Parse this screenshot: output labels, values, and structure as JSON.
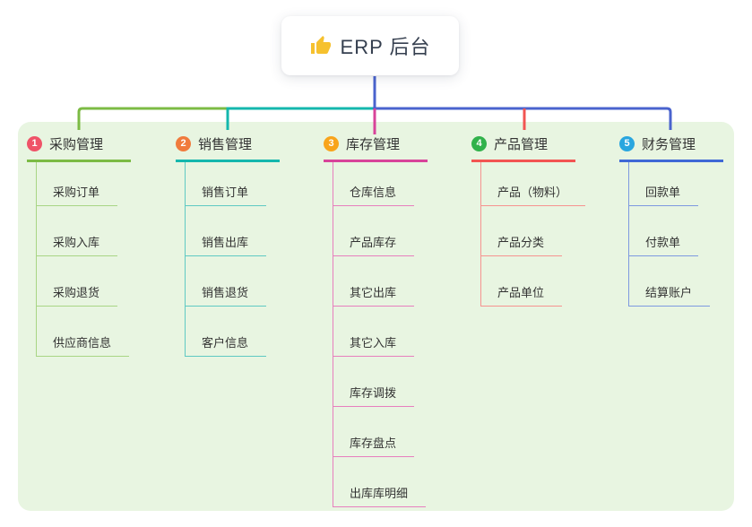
{
  "root": {
    "label": "ERP 后台",
    "icon": "thumbs-up"
  },
  "colors": {
    "panel_bg": "#E8F5E1",
    "connector_blue": "#4A63CE",
    "canvas_bg": "#FFFFFF",
    "text_dark": "#353F4F",
    "text_node": "#333333",
    "thumb_icon": "#F6C12E"
  },
  "branches": [
    {
      "num": "1",
      "title": "采购管理",
      "badge_color": "#EF5368",
      "line_color": "#7CBB44",
      "child_line_color": "#A8D584",
      "children": [
        "采购订单",
        "采购入库",
        "采购退货",
        "供应商信息"
      ]
    },
    {
      "num": "2",
      "title": "销售管理",
      "badge_color": "#F07B3D",
      "line_color": "#14B7AD",
      "child_line_color": "#5FC9C3",
      "children": [
        "销售订单",
        "销售出库",
        "销售退货",
        "客户信息"
      ]
    },
    {
      "num": "3",
      "title": "库存管理",
      "badge_color": "#F8A41B",
      "line_color": "#D8439A",
      "child_line_color": "#E77FBE",
      "children": [
        "仓库信息",
        "产品库存",
        "其它出库",
        "其它入库",
        "库存调拨",
        "库存盘点",
        "出库库明细"
      ]
    },
    {
      "num": "4",
      "title": "产品管理",
      "badge_color": "#31B24B",
      "line_color": "#F25452",
      "child_line_color": "#F69390",
      "children": [
        "产品（物料）",
        "产品分类",
        "产品单位"
      ]
    },
    {
      "num": "5",
      "title": "财务管理",
      "badge_color": "#29A6DF",
      "line_color": "#3F68D6",
      "child_line_color": "#7D99E0",
      "children": [
        "回款单",
        "付款单",
        "结算账户"
      ]
    }
  ]
}
